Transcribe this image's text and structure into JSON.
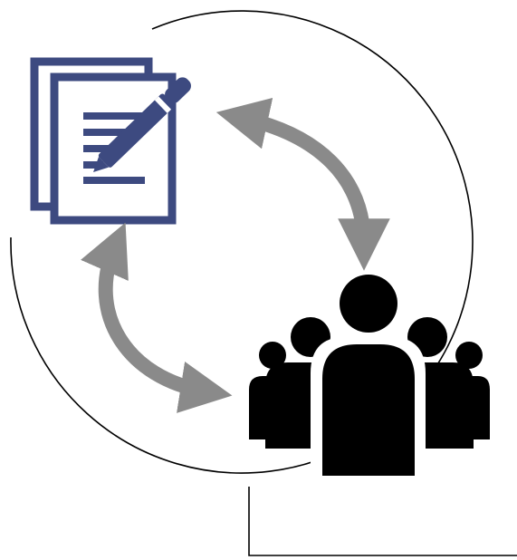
{
  "diagram": {
    "nodes": [
      {
        "id": "document",
        "icon": "document-edit-icon"
      },
      {
        "id": "people",
        "icon": "group-people-icon"
      }
    ],
    "links": [
      {
        "from": "document",
        "to": "people",
        "style": "double-headed-arrow"
      },
      {
        "from": "people",
        "to": "document",
        "style": "double-headed-arrow"
      }
    ],
    "colors": {
      "document": "#3d4a80",
      "arrow": "#8a8a8a",
      "people": "#000000",
      "outline": "#000000",
      "background": "#ffffff"
    }
  }
}
